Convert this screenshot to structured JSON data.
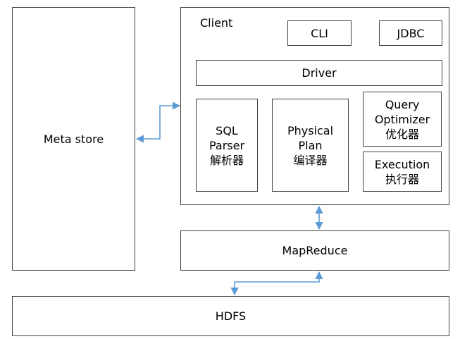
{
  "metastore": {
    "label": "Meta store"
  },
  "client": {
    "label": "Client",
    "cli": "CLI",
    "jdbc": "JDBC",
    "driver": "Driver",
    "sql_parser": {
      "line1": "SQL",
      "line2": "Parser",
      "line3": "解析器"
    },
    "physical_plan": {
      "line1": "Physical",
      "line2": "Plan",
      "line3": "编译器"
    },
    "query_optimizer": {
      "line1": "Query",
      "line2": "Optimizer",
      "line3": "优化器"
    },
    "execution": {
      "line1": "Execution",
      "line2": "执行器"
    }
  },
  "mapreduce": {
    "label": "MapReduce"
  },
  "hdfs": {
    "label": "HDFS"
  },
  "colors": {
    "border": "#404040",
    "arrow": "#5b9bd5"
  }
}
